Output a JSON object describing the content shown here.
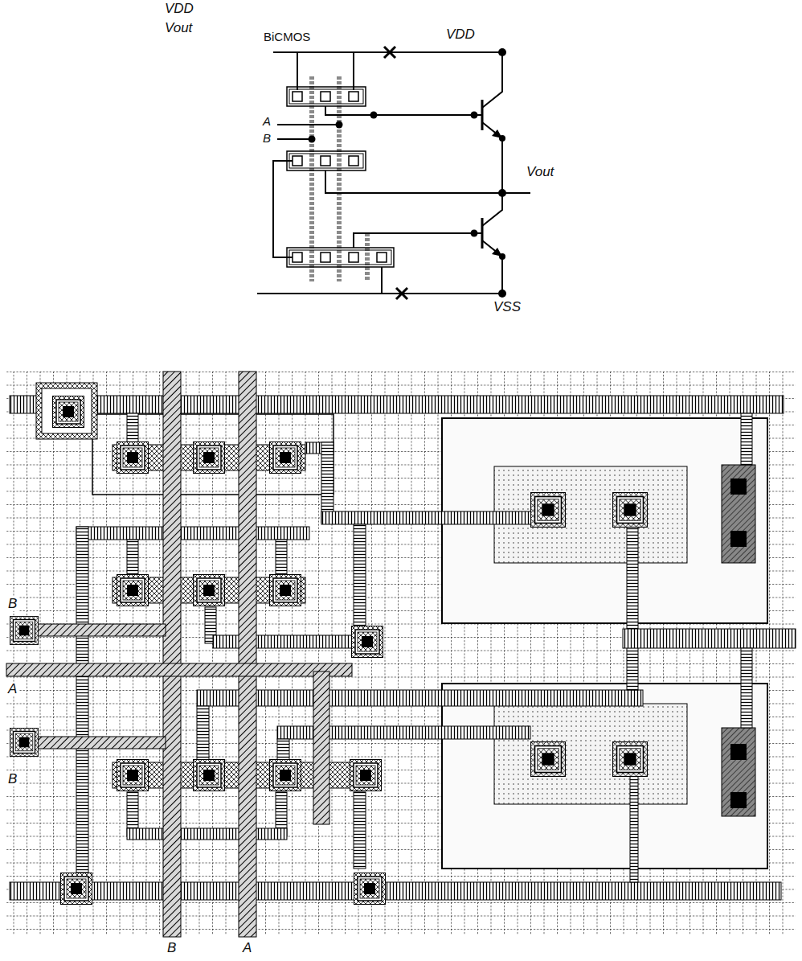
{
  "diagram": {
    "labels": [
      "VDD",
      "Vout",
      "BiCMOS",
      "A",
      "B",
      "VDD",
      "Vout",
      "VSS",
      "B",
      "A",
      "B",
      "B",
      "A"
    ]
  }
}
